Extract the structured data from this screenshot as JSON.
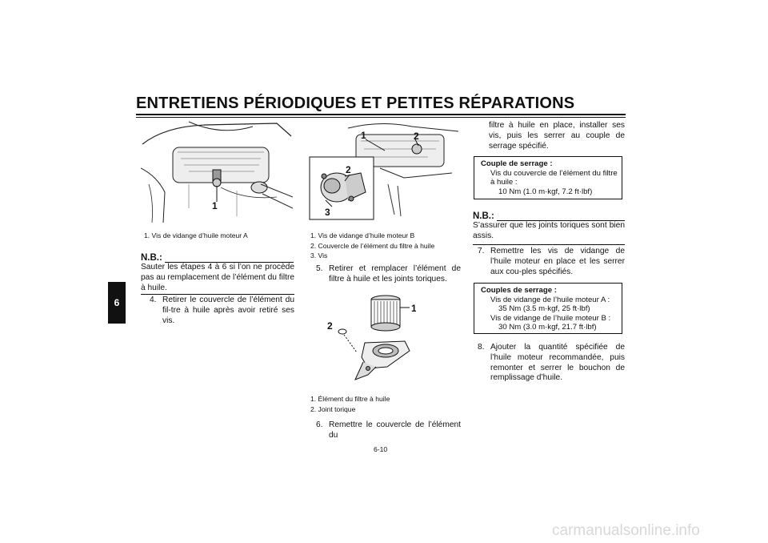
{
  "header": {
    "title": "ENTRETIENS PÉRIODIQUES ET PETITES RÉPARATIONS"
  },
  "side_tab": {
    "chapter": "6"
  },
  "figures": {
    "fig1": {
      "callouts": [
        "1"
      ],
      "caption": [
        "1. Vis de vidange d’huile moteur A"
      ]
    },
    "fig2": {
      "callouts": [
        "1",
        "2",
        "2",
        "3"
      ],
      "caption": [
        "1. Vis de vidange d’huile moteur B",
        "2. Couvercle de l’élément du filtre à huile",
        "3. Vis"
      ]
    },
    "fig3": {
      "callouts": [
        "1",
        "2"
      ],
      "caption": [
        "1. Élément du filtre à huile",
        "2. Joint torique"
      ]
    }
  },
  "notes": [
    {
      "title": "N.B.:",
      "text": "Sauter les étapes 4 à 6 si l’on ne procède pas au remplacement de l’élément du filtre à huile."
    },
    {
      "title": "N.B.:",
      "text": "S’assurer que les joints toriques sont bien assis."
    }
  ],
  "steps": [
    {
      "num": "4.",
      "text": "Retirer le couvercle de l’élément du fil-tre à huile après avoir retiré ses vis."
    },
    {
      "num": "5.",
      "text": "Retirer et remplacer l’élément de filtre à huile et les joints toriques."
    },
    {
      "num": "6.",
      "text": "Remettre le couvercle de l’élément du"
    },
    {
      "num": "",
      "text": "filtre à huile en place, installer ses vis, puis les serrer au couple de serrage spécifié."
    },
    {
      "num": "7.",
      "text": "Remettre les vis de vidange de l’huile moteur en place et les serrer aux cou-ples spécifiés."
    },
    {
      "num": "8.",
      "text": "Ajouter la quantité spécifiée de l’huile moteur recommandée, puis remonter et serrer le bouchon de remplissage d’huile."
    }
  ],
  "torque_boxes": [
    {
      "title": "Couple de serrage :",
      "lines": [
        "Vis du couvercle de l’élément du filtre",
        "à huile :",
        "10 Nm (1.0 m·kgf, 7.2 ft·lbf)"
      ]
    },
    {
      "title": "Couples de serrage :",
      "lines": [
        "Vis de vidange de l’huile moteur A :",
        "35 Nm (3.5 m·kgf, 25 ft·lbf)",
        "Vis de vidange de l’huile moteur B :",
        "30 Nm (3.0 m·kgf, 21.7 ft·lbf)"
      ]
    }
  ],
  "page_number": "6-10",
  "watermark": "carmanualsonline.info"
}
